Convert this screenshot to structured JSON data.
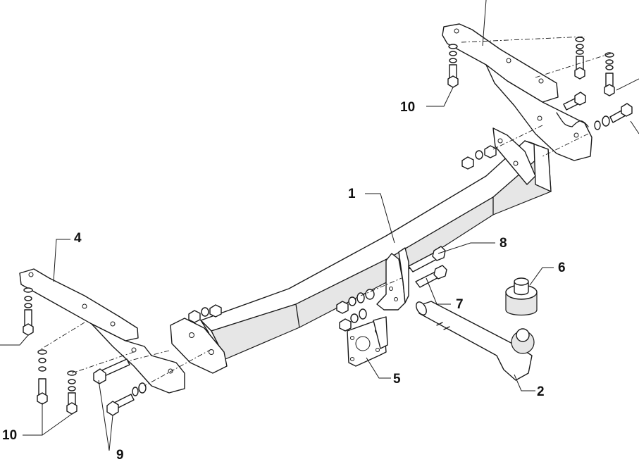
{
  "callouts": {
    "c1": "1",
    "c2": "2",
    "c4": "4",
    "c5": "5",
    "c6": "6",
    "c7": "7",
    "c8": "8",
    "c9": "9",
    "c10_top": "10",
    "c10_bottom": "10"
  }
}
